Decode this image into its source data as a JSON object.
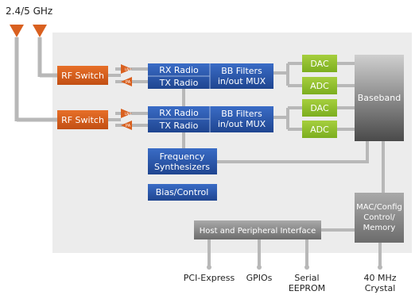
{
  "antenna_label": "2.4/5 GHz",
  "rf_switch": [
    "RF Switch",
    "RF Switch"
  ],
  "lna": "LNA",
  "pa": "PA",
  "rx_radio": "RX Radio",
  "tx_radio": "TX Radio",
  "bb_filters_1": "BB Filters",
  "bb_filters_2": "in/out MUX",
  "dac": "DAC",
  "adc": "ADC",
  "baseband": "Baseband",
  "freq_synth": [
    "Frequency",
    "Synthesizers"
  ],
  "bias_control": "Bias/Control",
  "mac": [
    "MAC/Config",
    "Control/",
    "Memory"
  ],
  "host_interface": "Host and Peripheral Interface",
  "outputs": {
    "pci": "PCI-Express",
    "gpios": "GPIOs",
    "serial": [
      "Serial",
      "EEPROM"
    ],
    "crystal": [
      "40 MHz",
      "Crystal"
    ]
  },
  "colors": {
    "orange": "#d9601f",
    "blue": "#2c57a8",
    "green": "#8cbc2a",
    "gray_box": "#8a8a8a",
    "background": "#ececec",
    "line": "#b8b8b8"
  }
}
